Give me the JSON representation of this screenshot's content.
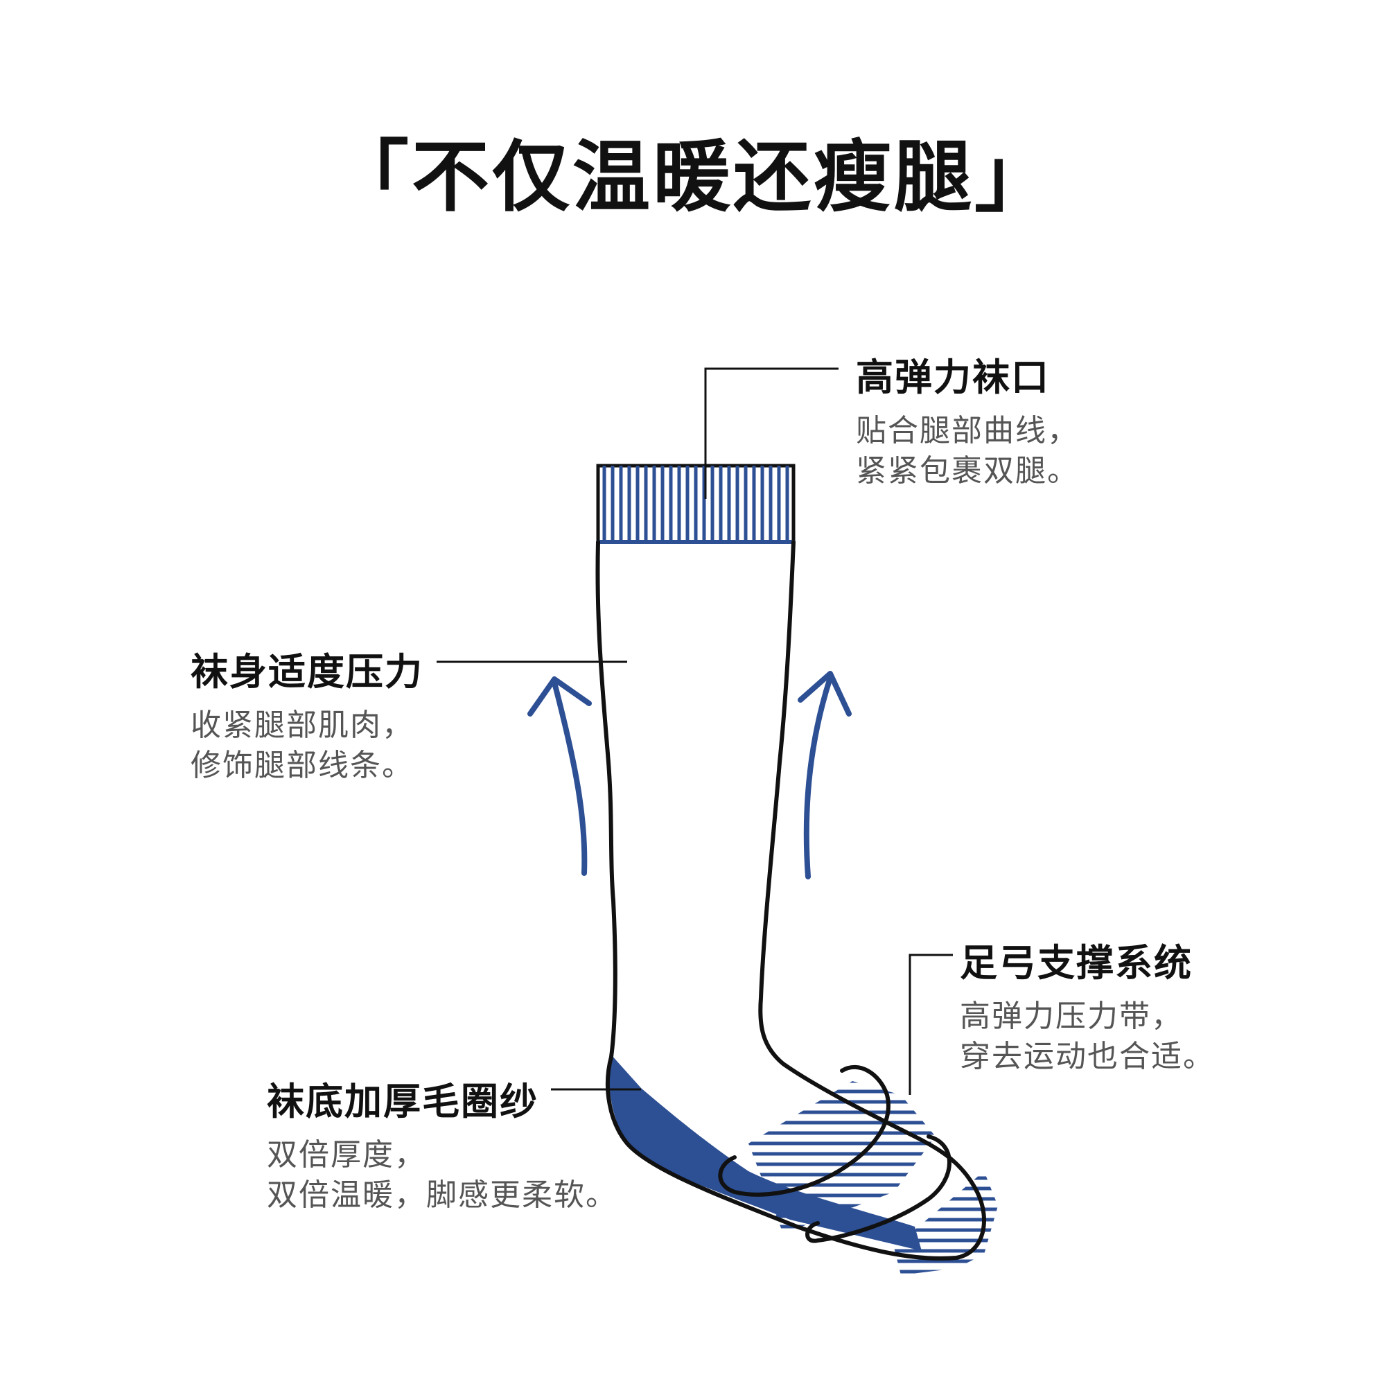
{
  "title": "「不仅温暖还瘦腿」",
  "colors": {
    "accent": "#2d4f94",
    "outline": "#111111",
    "text_secondary": "#555555"
  },
  "callouts": {
    "cuff": {
      "heading": "高弹力袜口",
      "lines": [
        "贴合腿部曲线，",
        "紧紧包裹双腿。"
      ]
    },
    "body": {
      "heading": "袜身适度压力",
      "lines": [
        "收紧腿部肌肉，",
        "修饰腿部线条。"
      ]
    },
    "arch": {
      "heading": "足弓支撑系统",
      "lines": [
        "高弹力压力带，",
        "穿去运动也合适。"
      ]
    },
    "sole": {
      "heading": "袜底加厚毛圈纱",
      "lines": [
        "双倍厚度，",
        "双倍温暖，脚感更柔软。"
      ]
    }
  }
}
